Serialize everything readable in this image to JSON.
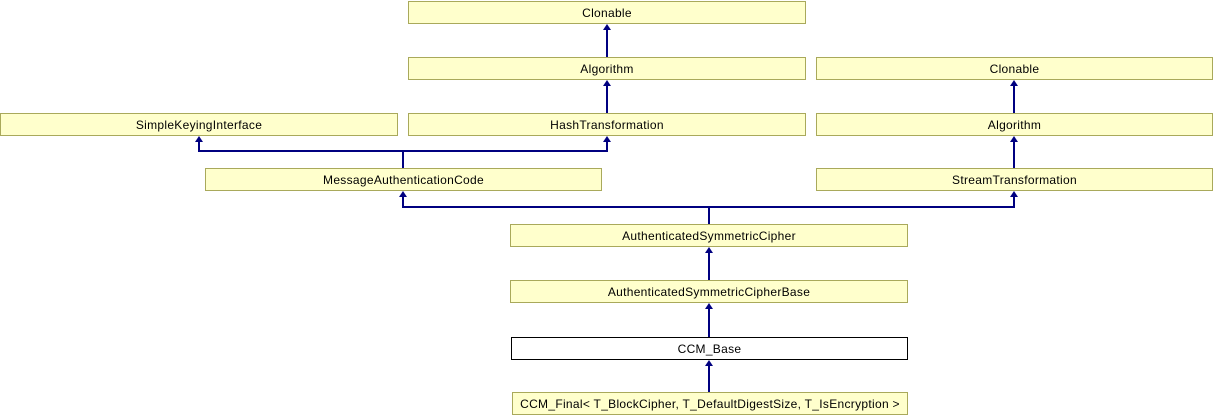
{
  "diagram": {
    "type": "class-inheritance-diagram",
    "colors": {
      "background": "#ffffff",
      "node_fill": "#ffffcc",
      "node_border": "#a9a95b",
      "highlight_node_fill": "#ffffff",
      "highlight_node_border": "#000000",
      "arrow": "#000080",
      "text": "#000000"
    },
    "nodes": {
      "clonable_top": {
        "label": "Clonable"
      },
      "algorithm_left": {
        "label": "Algorithm"
      },
      "clonable_right": {
        "label": "Clonable"
      },
      "simple_keying_interface": {
        "label": "SimpleKeyingInterface"
      },
      "hash_transformation": {
        "label": "HashTransformation"
      },
      "algorithm_right": {
        "label": "Algorithm"
      },
      "message_authentication_code": {
        "label": "MessageAuthenticationCode"
      },
      "stream_transformation": {
        "label": "StreamTransformation"
      },
      "authenticated_symmetric_cipher": {
        "label": "AuthenticatedSymmetricCipher"
      },
      "authenticated_symmetric_cipher_base": {
        "label": "AuthenticatedSymmetricCipherBase"
      },
      "ccm_base": {
        "label": "CCM_Base"
      },
      "ccm_final": {
        "label": "CCM_Final< T_BlockCipher, T_DefaultDigestSize, T_IsEncryption >"
      }
    },
    "edges": [
      {
        "from": "Algorithm (left)",
        "to": "Clonable (top)"
      },
      {
        "from": "HashTransformation",
        "to": "Algorithm (left)"
      },
      {
        "from": "Algorithm (right)",
        "to": "Clonable (right)"
      },
      {
        "from": "StreamTransformation",
        "to": "Algorithm (right)"
      },
      {
        "from": "MessageAuthenticationCode",
        "to": "SimpleKeyingInterface"
      },
      {
        "from": "MessageAuthenticationCode",
        "to": "HashTransformation"
      },
      {
        "from": "AuthenticatedSymmetricCipher",
        "to": "MessageAuthenticationCode"
      },
      {
        "from": "AuthenticatedSymmetricCipher",
        "to": "StreamTransformation"
      },
      {
        "from": "AuthenticatedSymmetricCipherBase",
        "to": "AuthenticatedSymmetricCipher"
      },
      {
        "from": "CCM_Base",
        "to": "AuthenticatedSymmetricCipherBase"
      },
      {
        "from": "CCM_Final",
        "to": "CCM_Base"
      }
    ]
  }
}
